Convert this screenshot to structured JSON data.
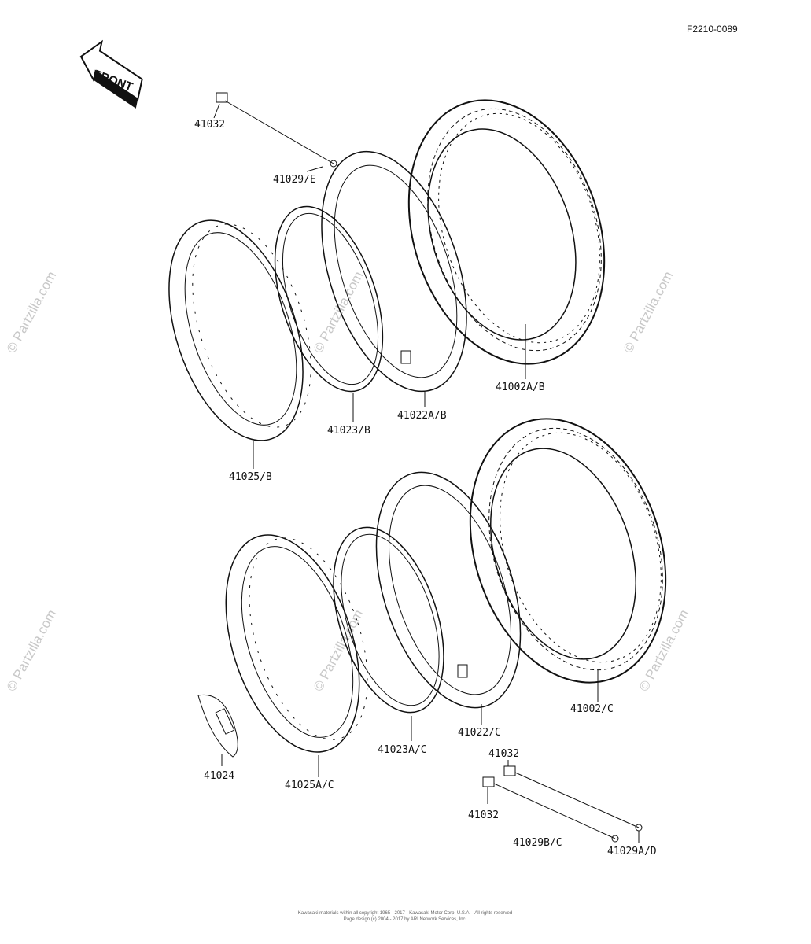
{
  "diagram_code": "F2210-0089",
  "front_label": "FRONT",
  "watermark": "© Partzilla.com",
  "parts": [
    {
      "id": "p1",
      "label": "41032"
    },
    {
      "id": "p2",
      "label": "41029/E"
    },
    {
      "id": "p3",
      "label": "41002A/B"
    },
    {
      "id": "p4",
      "label": "41022A/B"
    },
    {
      "id": "p5",
      "label": "41023/B"
    },
    {
      "id": "p6",
      "label": "41025/B"
    },
    {
      "id": "p7",
      "label": "41002/C"
    },
    {
      "id": "p8",
      "label": "41022/C"
    },
    {
      "id": "p9",
      "label": "41023A/C"
    },
    {
      "id": "p10",
      "label": "41025A/C"
    },
    {
      "id": "p11",
      "label": "41024"
    },
    {
      "id": "p12",
      "label": "41032"
    },
    {
      "id": "p13",
      "label": "41032"
    },
    {
      "id": "p14",
      "label": "41029B/C"
    },
    {
      "id": "p15",
      "label": "41029A/D"
    }
  ],
  "copyright_lines": [
    "Kawasaki materials within all copyright 1965 - 2017 - Kawasaki Motor Corp. U.S.A. - All rights reserved",
    "Page design (c) 2004 - 2017 by ARI Network Services, Inc."
  ]
}
